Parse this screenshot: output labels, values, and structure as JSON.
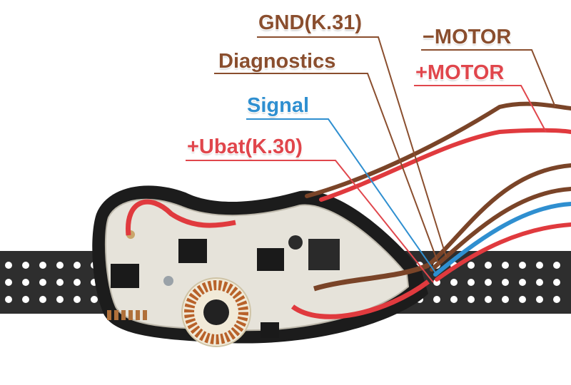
{
  "labels": {
    "gnd": "GND(K.31)",
    "motor_minus": "−MOTOR",
    "diagnostics": "Diagnostics",
    "motor_plus": "+MOTOR",
    "signal": "Signal",
    "ubat": "+Ubat(K.30)"
  },
  "colors": {
    "brown_wire": "#7a4428",
    "red_wire": "#e03a3e",
    "blue_wire": "#2f8fd0",
    "housing": "#1c1c1c",
    "strip": "#2e2e2e",
    "board": "#e6e3da"
  }
}
